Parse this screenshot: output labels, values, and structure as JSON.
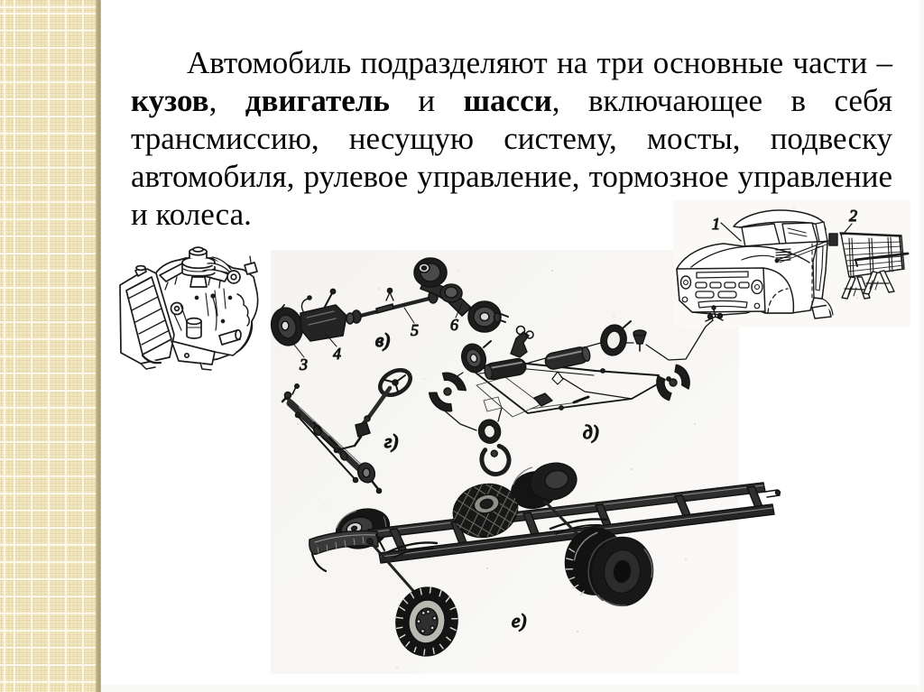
{
  "slide": {
    "background": "#ffffff",
    "side_strip": {
      "base_color": "#efe1b0",
      "grid_color": "#fcf7e9",
      "texture_color": "#ddcb94",
      "edge_color": "#b2a67e"
    },
    "paragraph": {
      "text_color": "#050505",
      "lines": [
        {
          "segments": [
            {
              "text": "Автомобиль подразделяют на три основные части –",
              "bold": false
            }
          ]
        },
        {
          "segments": [
            {
              "text": "кузов",
              "bold": true
            },
            {
              "text": ", ",
              "bold": false
            },
            {
              "text": "двигатель",
              "bold": true
            },
            {
              "text": " и ",
              "bold": false
            },
            {
              "text": "шасси",
              "bold": true
            },
            {
              "text": ", включающее в себя",
              "bold": false
            }
          ]
        },
        {
          "segments": [
            {
              "text": "трансмиссию, несущую систему, мосты, подвеску",
              "bold": false
            }
          ]
        },
        {
          "segments": [
            {
              "text": "автомобиля, рулевое управление, тормозное управление",
              "bold": false
            }
          ]
        },
        {
          "segments": [
            {
              "text": "и колеса.",
              "bold": false
            }
          ]
        }
      ]
    },
    "figure": {
      "callouts": {
        "cab": "1",
        "platform": "2",
        "clutch": "3",
        "gearbox": "4",
        "propshaft": "5",
        "axle": "6"
      },
      "panel_labels": {
        "transmission": "в)",
        "steering": "г)",
        "brakes": "д)",
        "chassis": "е)"
      }
    }
  }
}
